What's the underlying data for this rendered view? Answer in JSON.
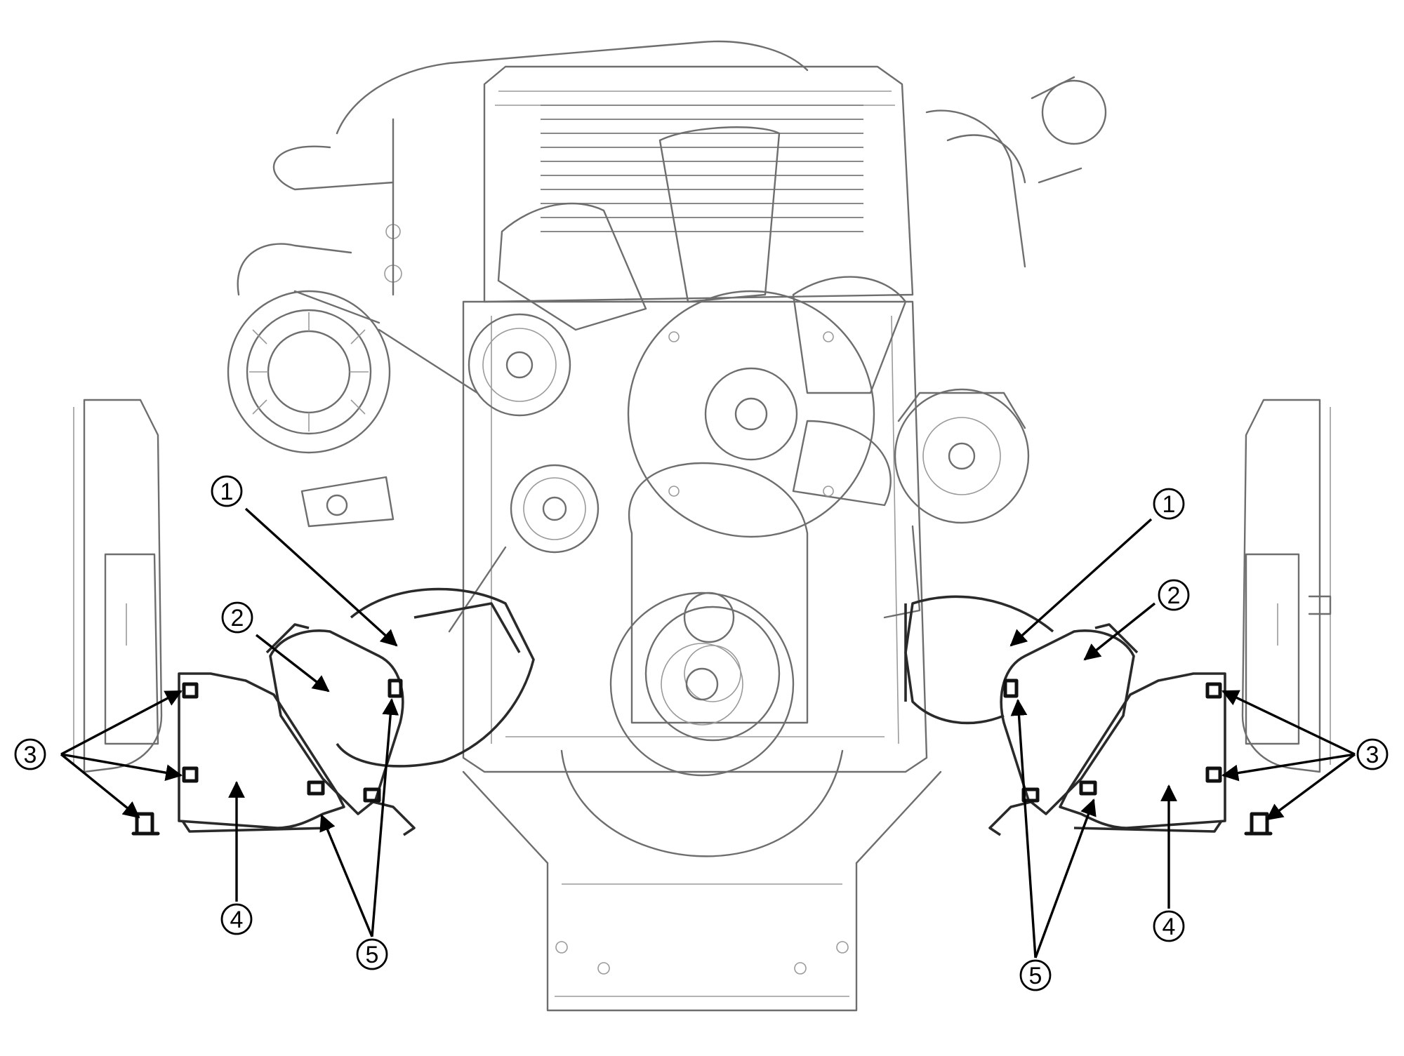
{
  "callouts": {
    "left_1": "1",
    "left_2": "2",
    "left_3": "3",
    "left_4": "4",
    "left_5": "5",
    "right_1": "1",
    "right_2": "2",
    "right_3": "3",
    "right_4": "4",
    "right_5": "5"
  }
}
